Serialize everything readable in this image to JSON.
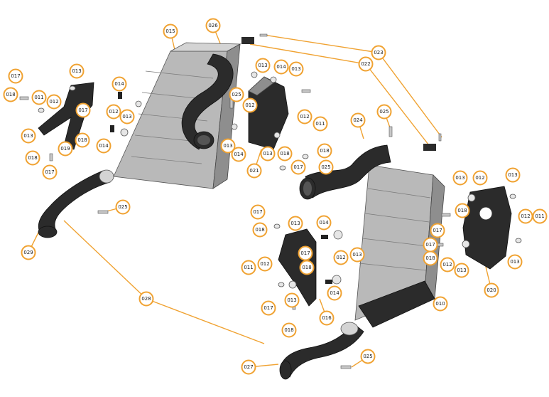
{
  "diagram": {
    "callouts": [
      {
        "label": "017"
      },
      {
        "label": "018"
      },
      {
        "label": "011"
      },
      {
        "label": "012"
      },
      {
        "label": "013"
      },
      {
        "label": "013"
      },
      {
        "label": "017"
      },
      {
        "label": "012"
      },
      {
        "label": "013"
      },
      {
        "label": "014"
      },
      {
        "label": "018"
      },
      {
        "label": "019"
      },
      {
        "label": "014"
      },
      {
        "label": "018"
      },
      {
        "label": "017"
      },
      {
        "label": "015"
      },
      {
        "label": "026"
      },
      {
        "label": "013"
      },
      {
        "label": "014"
      },
      {
        "label": "013"
      },
      {
        "label": "025"
      },
      {
        "label": "012"
      },
      {
        "label": "012"
      },
      {
        "label": "011"
      },
      {
        "label": "013"
      },
      {
        "label": "014"
      },
      {
        "label": "013"
      },
      {
        "label": "021"
      },
      {
        "label": "018"
      },
      {
        "label": "018"
      },
      {
        "label": "017"
      },
      {
        "label": "025"
      },
      {
        "label": "023"
      },
      {
        "label": "022"
      },
      {
        "label": "024"
      },
      {
        "label": "025"
      },
      {
        "label": "025"
      },
      {
        "label": "029"
      },
      {
        "label": "028"
      },
      {
        "label": "017"
      },
      {
        "label": "018"
      },
      {
        "label": "013"
      },
      {
        "label": "014"
      },
      {
        "label": "011"
      },
      {
        "label": "012"
      },
      {
        "label": "017"
      },
      {
        "label": "012"
      },
      {
        "label": "013"
      },
      {
        "label": "018"
      },
      {
        "label": "014"
      },
      {
        "label": "017"
      },
      {
        "label": "013"
      },
      {
        "label": "018"
      },
      {
        "label": "016"
      },
      {
        "label": "013"
      },
      {
        "label": "012"
      },
      {
        "label": "013"
      },
      {
        "label": "018"
      },
      {
        "label": "017"
      },
      {
        "label": "012"
      },
      {
        "label": "011"
      },
      {
        "label": "017"
      },
      {
        "label": "018"
      },
      {
        "label": "012"
      },
      {
        "label": "013"
      },
      {
        "label": "013"
      },
      {
        "label": "020"
      },
      {
        "label": "010"
      },
      {
        "label": "025"
      },
      {
        "label": "027"
      }
    ]
  }
}
